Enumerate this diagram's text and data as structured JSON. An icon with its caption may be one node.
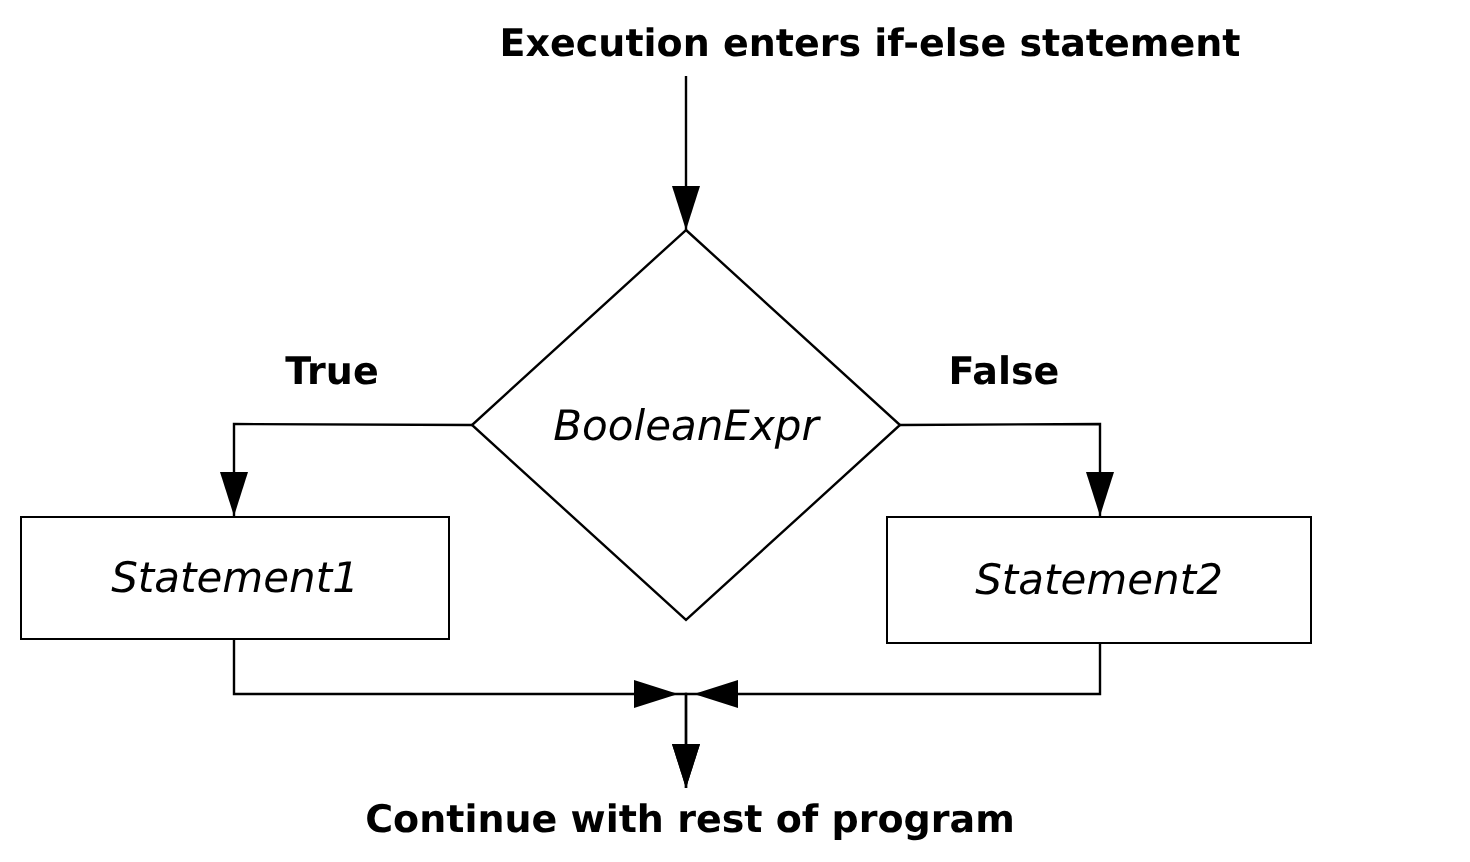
{
  "diagram": {
    "nodes": [
      {
        "text": [
          "Execution enters if-else statement"
        ]
      },
      {
        "text": [
          "BooleanExpr"
        ]
      },
      {
        "text": [
          "Statement1"
        ]
      },
      {
        "text": [
          "Statement2"
        ]
      },
      {
        "text": [
          "Continue with rest of program"
        ]
      }
    ],
    "edges": [
      {
        "from": 0,
        "to": 1,
        "arrow": "to"
      },
      {
        "from": 1,
        "to": 2,
        "arrow": "to",
        "label": "True"
      },
      {
        "from": 1,
        "to": 3,
        "arrow": "to",
        "label": "False"
      },
      {
        "from": 2,
        "to": 4,
        "arrow": "to"
      },
      {
        "from": 3,
        "to": 4,
        "arrow": "to"
      }
    ]
  }
}
